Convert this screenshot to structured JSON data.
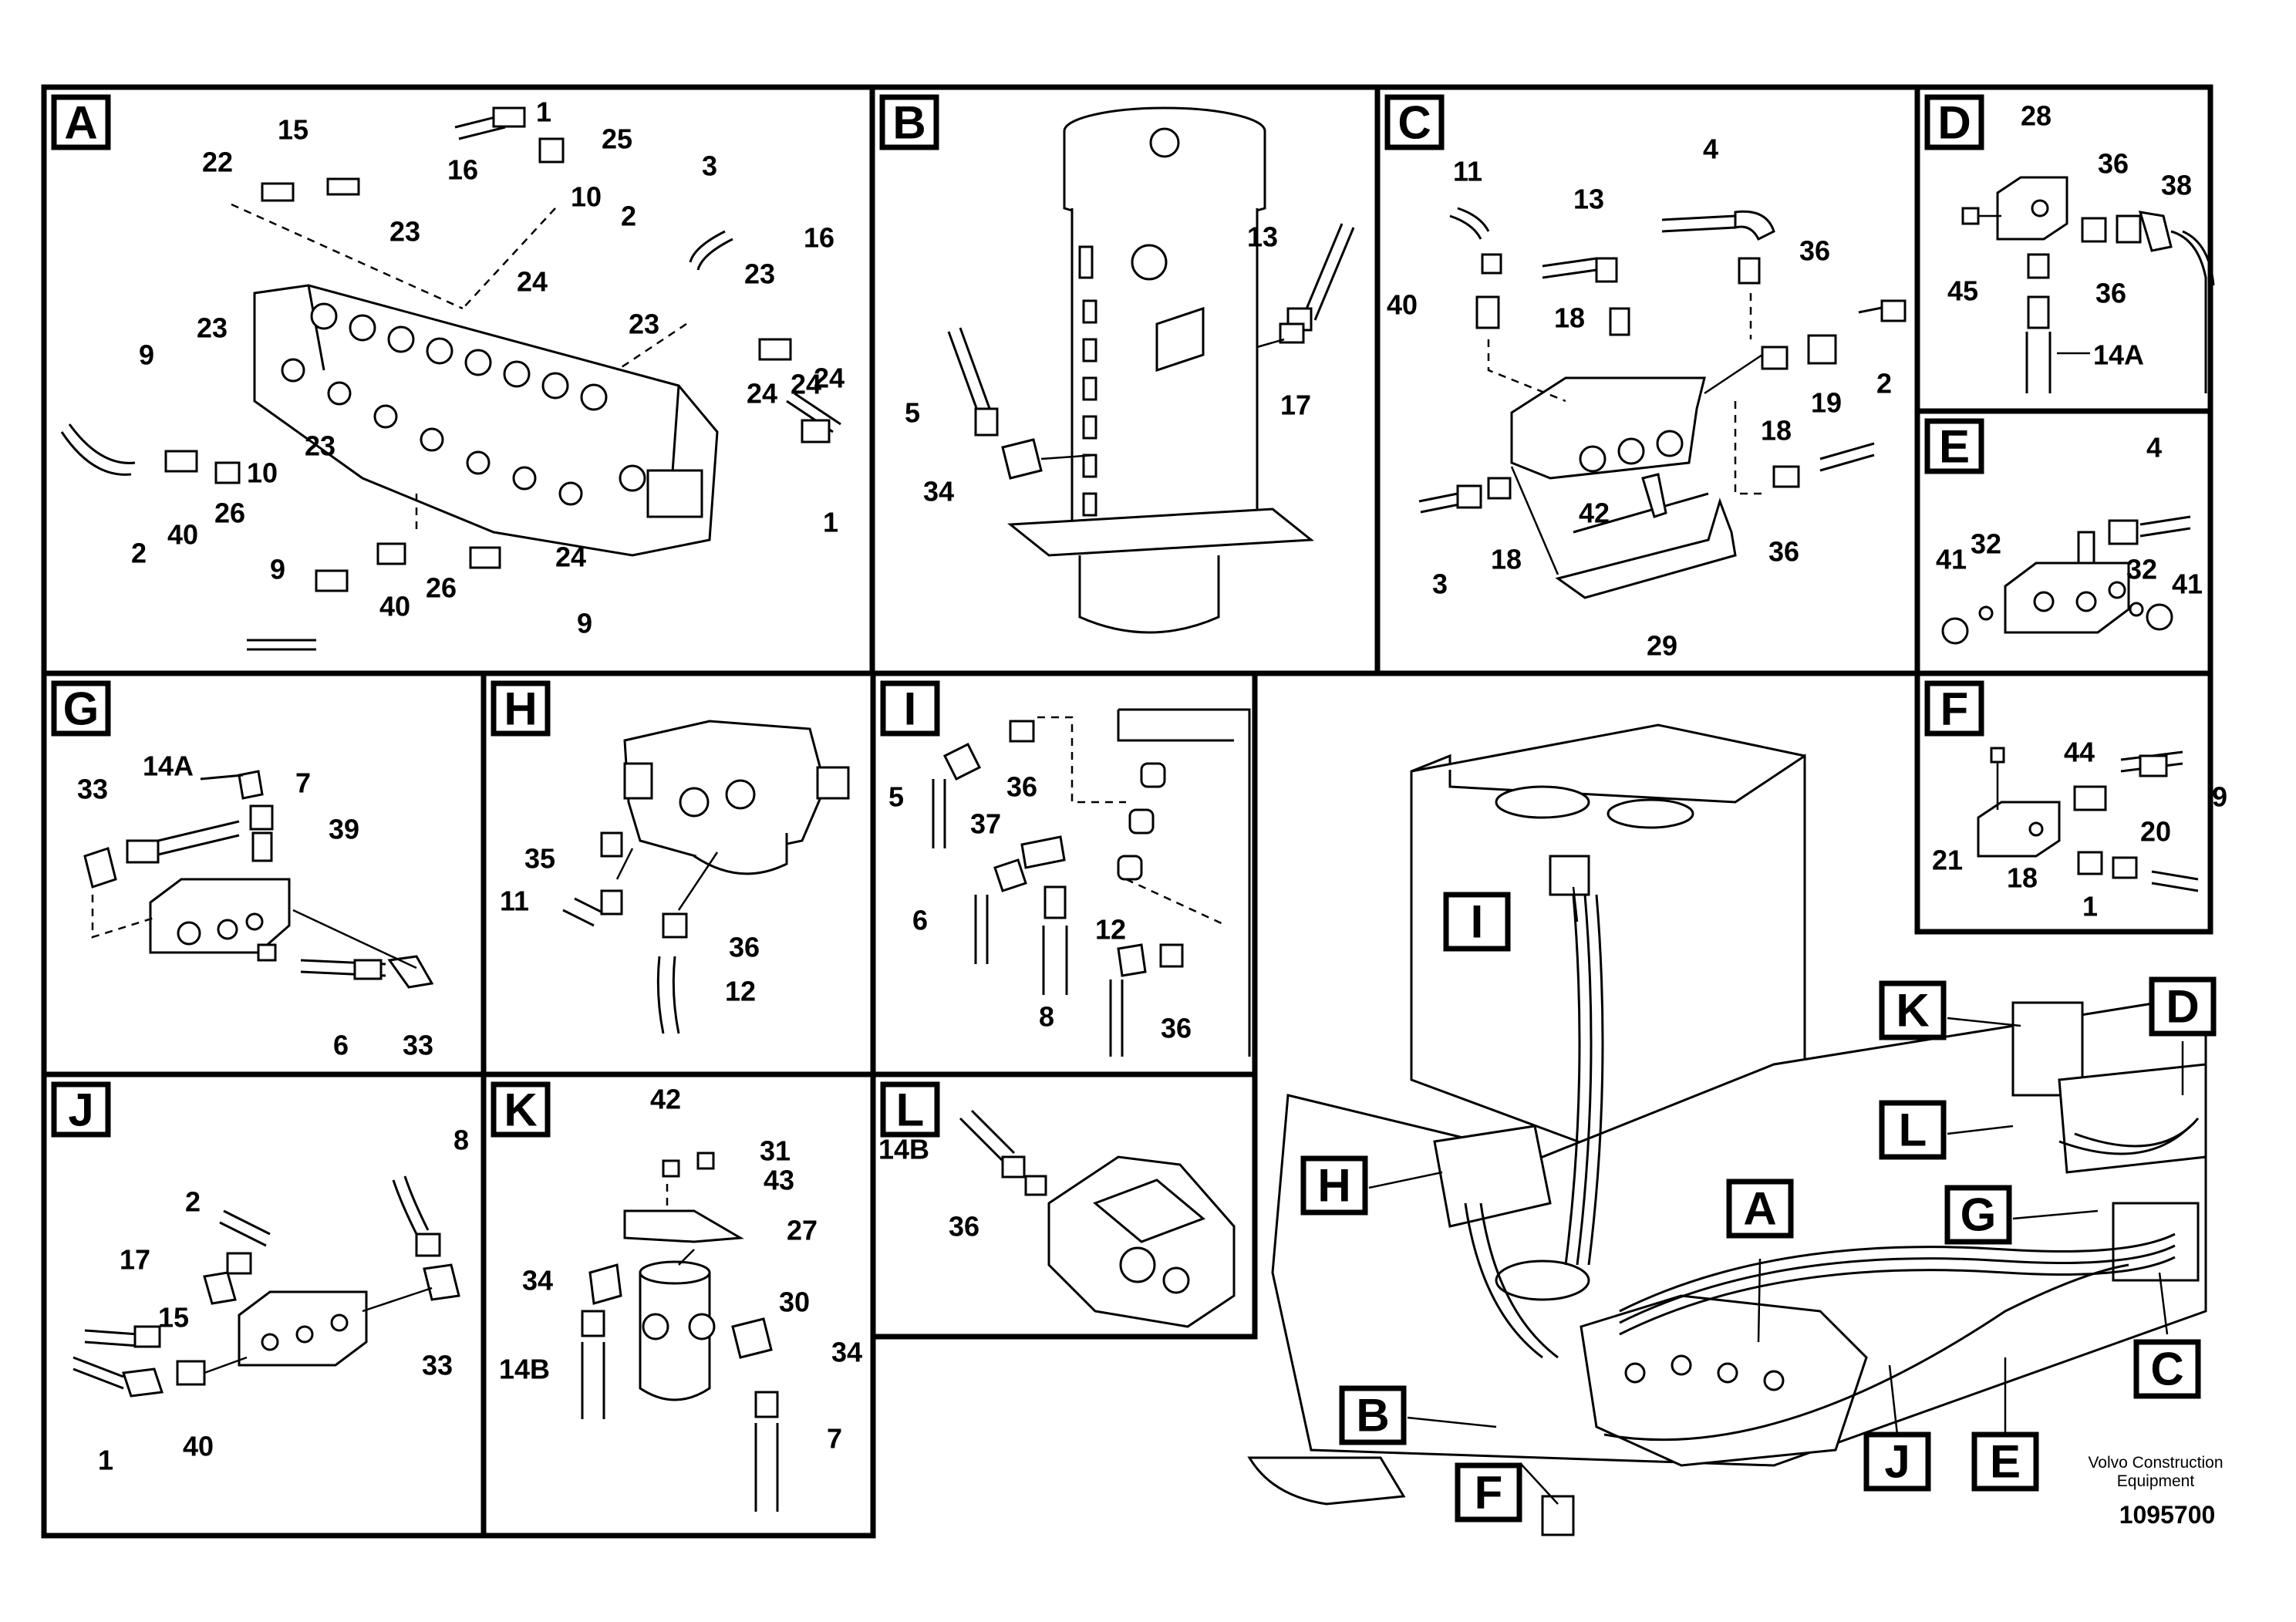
{
  "panels": {
    "A": {
      "letter": "A",
      "labels": [
        "1",
        "15",
        "25",
        "22",
        "16",
        "10",
        "23",
        "3",
        "2",
        "16",
        "24",
        "23",
        "23",
        "24",
        "23",
        "9",
        "24",
        "24",
        "10",
        "23",
        "40",
        "26",
        "2",
        "1",
        "24",
        "9",
        "26",
        "40",
        "9"
      ]
    },
    "B": {
      "letter": "B",
      "labels": [
        "13",
        "5",
        "17",
        "34"
      ]
    },
    "C": {
      "letter": "C",
      "labels": [
        "4",
        "11",
        "13",
        "36",
        "40",
        "18",
        "19",
        "2",
        "18",
        "42",
        "18",
        "36",
        "3",
        "29"
      ]
    },
    "D": {
      "letter": "D",
      "labels": [
        "28",
        "36",
        "38",
        "45",
        "36",
        "14A"
      ]
    },
    "E": {
      "letter": "E",
      "labels": [
        "4",
        "32",
        "41",
        "32",
        "41"
      ]
    },
    "F": {
      "letter": "F",
      "labels": [
        "44",
        "9",
        "20",
        "21",
        "18",
        "1"
      ]
    },
    "G": {
      "letter": "G",
      "labels": [
        "14A",
        "7",
        "33",
        "39",
        "6",
        "33"
      ]
    },
    "H": {
      "letter": "H",
      "labels": [
        "35",
        "11",
        "36",
        "12"
      ]
    },
    "I": {
      "letter": "I",
      "labels": [
        "36",
        "5",
        "37",
        "6",
        "12",
        "8",
        "36"
      ]
    },
    "J": {
      "letter": "J",
      "labels": [
        "2",
        "8",
        "17",
        "15",
        "33",
        "1",
        "40"
      ]
    },
    "K": {
      "letter": "K",
      "labels": [
        "42",
        "31",
        "43",
        "27",
        "34",
        "30",
        "34",
        "14B",
        "7"
      ]
    },
    "L": {
      "letter": "L",
      "labels": [
        "14B",
        "36"
      ]
    }
  },
  "overview_callouts": [
    "I",
    "K",
    "D",
    "H",
    "L",
    "G",
    "A",
    "C",
    "B",
    "J",
    "E",
    "F"
  ],
  "footer": {
    "brand_line1": "Volvo Construction",
    "brand_line2": "Equipment",
    "drawing_number": "1095700"
  }
}
